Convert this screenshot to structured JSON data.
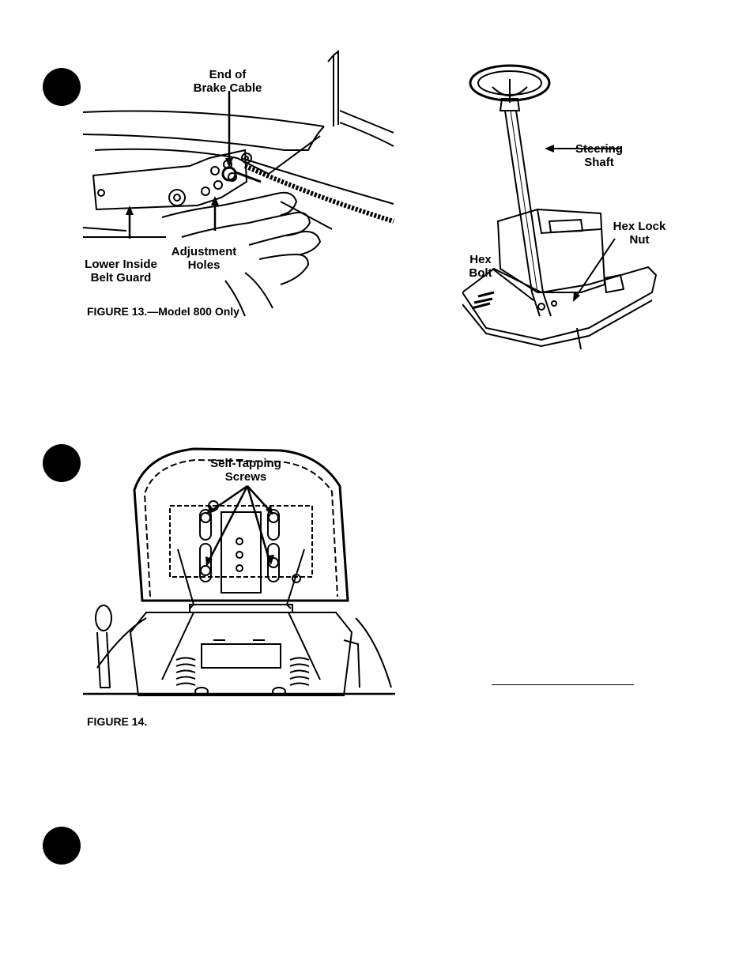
{
  "figure13": {
    "caption": "FIGURE 13.—Model 800 Only",
    "labels": {
      "end_of_brake_cable_1": "End of",
      "end_of_brake_cable_2": "Brake Cable",
      "adjustment_holes_1": "Adjustment",
      "adjustment_holes_2": "Holes",
      "lower_inside_belt_guard_1": "Lower Inside",
      "lower_inside_belt_guard_2": "Belt Guard"
    }
  },
  "steering_figure": {
    "labels": {
      "steering_shaft_1": "Steering",
      "steering_shaft_2": "Shaft",
      "hex_lock_nut_1": "Hex Lock",
      "hex_lock_nut_2": "Nut",
      "hex_bolt_1": "Hex",
      "hex_bolt_2": "Bolt"
    }
  },
  "figure14": {
    "caption": "FIGURE 14.",
    "labels": {
      "self_tapping_screws_1": "Self-Tapping",
      "self_tapping_screws_2": "Screws"
    }
  }
}
